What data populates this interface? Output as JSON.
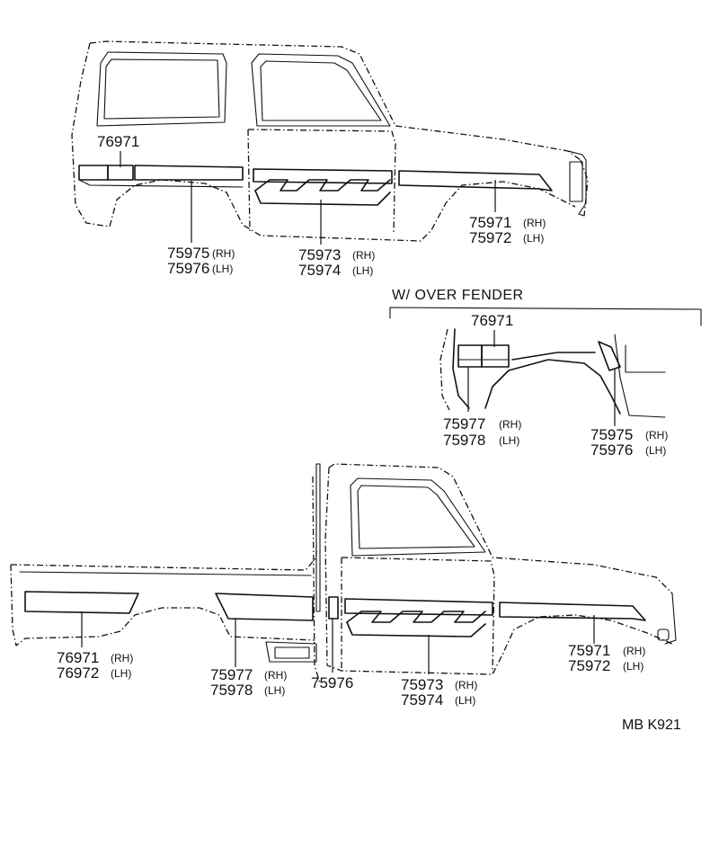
{
  "top_diagram": {
    "labels": [
      {
        "part": "76971",
        "side": ""
      },
      {
        "part": "75975",
        "side": "(RH)"
      },
      {
        "part": "75976",
        "side": "(LH)"
      },
      {
        "part": "75973",
        "side": "(RH)"
      },
      {
        "part": "75974",
        "side": "(LH)"
      },
      {
        "part": "75971",
        "side": "(RH)"
      },
      {
        "part": "75972",
        "side": "(LH)"
      }
    ]
  },
  "over_fender_diagram": {
    "heading": "W/ OVER  FENDER",
    "labels": [
      {
        "part": "76971",
        "side": ""
      },
      {
        "part": "75977",
        "side": "(RH)"
      },
      {
        "part": "75978",
        "side": "(LH)"
      },
      {
        "part": "75975",
        "side": "(RH)"
      },
      {
        "part": "75976",
        "side": "(LH)"
      }
    ]
  },
  "bottom_diagram": {
    "labels": [
      {
        "part": "76971",
        "side": "(RH)"
      },
      {
        "part": "76972",
        "side": "(LH)"
      },
      {
        "part": "75977",
        "side": "(RH)"
      },
      {
        "part": "75978",
        "side": "(LH)"
      },
      {
        "part": "75976",
        "side": ""
      },
      {
        "part": "75973",
        "side": "(RH)"
      },
      {
        "part": "75974",
        "side": "(LH)"
      },
      {
        "part": "75971",
        "side": "(RH)"
      },
      {
        "part": "75972",
        "side": "(LH)"
      }
    ]
  },
  "diagram_code": "MB  K921"
}
